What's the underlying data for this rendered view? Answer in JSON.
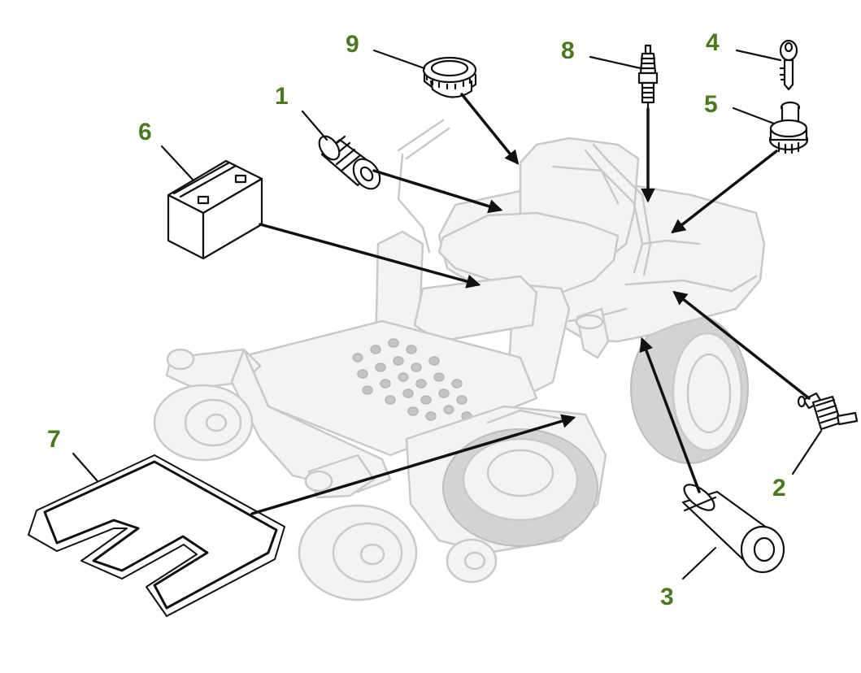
{
  "callouts": [
    {
      "id": "1",
      "label": "1",
      "part": "oil filter"
    },
    {
      "id": "2",
      "label": "2",
      "part": "fuel filter"
    },
    {
      "id": "3",
      "label": "3",
      "part": "air filter"
    },
    {
      "id": "4",
      "label": "4",
      "part": "ignition key"
    },
    {
      "id": "5",
      "label": "5",
      "part": "ignition switch"
    },
    {
      "id": "6",
      "label": "6",
      "part": "battery"
    },
    {
      "id": "7",
      "label": "7",
      "part": "mower deck belt"
    },
    {
      "id": "8",
      "label": "8",
      "part": "spark plug"
    },
    {
      "id": "9",
      "label": "9",
      "part": "fuel cap"
    }
  ],
  "colors": {
    "callout_text": "#4a7a1e",
    "part_outline": "#111111",
    "mower_ghost_outline": "#c9c9c9",
    "mower_ghost_fill": "#f3f3f3"
  }
}
